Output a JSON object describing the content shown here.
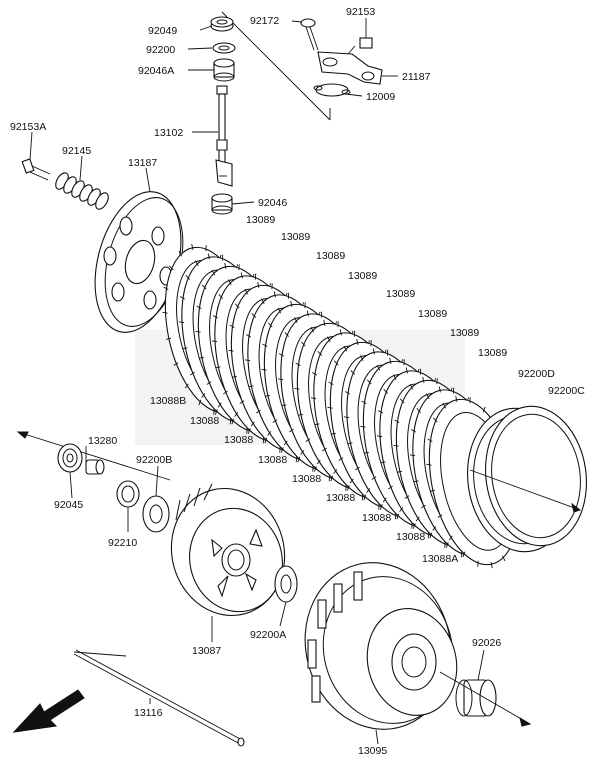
{
  "labels": {
    "p92049": "92049",
    "p92172": "92172",
    "p92153": "92153",
    "p92200": "92200",
    "p92046a": "92046A",
    "p21187": "21187",
    "p12009": "12009",
    "p13102": "13102",
    "p92153a": "92153A",
    "p92145": "92145",
    "p13187": "13187",
    "p92046": "92046",
    "p13089_1": "13089",
    "p13089_2": "13089",
    "p13089_3": "13089",
    "p13089_4": "13089",
    "p13089_5": "13089",
    "p13089_6": "13089",
    "p13089_7": "13089",
    "p13089_8": "13089",
    "p92200d": "92200D",
    "p92200c": "92200C",
    "p13088b": "13088B",
    "p13088_1": "13088",
    "p13088_2": "13088",
    "p13088_3": "13088",
    "p13088_4": "13088",
    "p13088_5": "13088",
    "p13088_6": "13088",
    "p13088_7": "13088",
    "p13088a": "13088A",
    "p13280": "13280",
    "p92200b": "92200B",
    "p92045": "92045",
    "p92210": "92210",
    "p13087": "13087",
    "p92200a": "92200A",
    "p92026": "92026",
    "p13116": "13116",
    "p13095": "13095"
  },
  "colors": {
    "line": "#111111",
    "background": "#ffffff",
    "watermark": "#e6e6e6"
  }
}
